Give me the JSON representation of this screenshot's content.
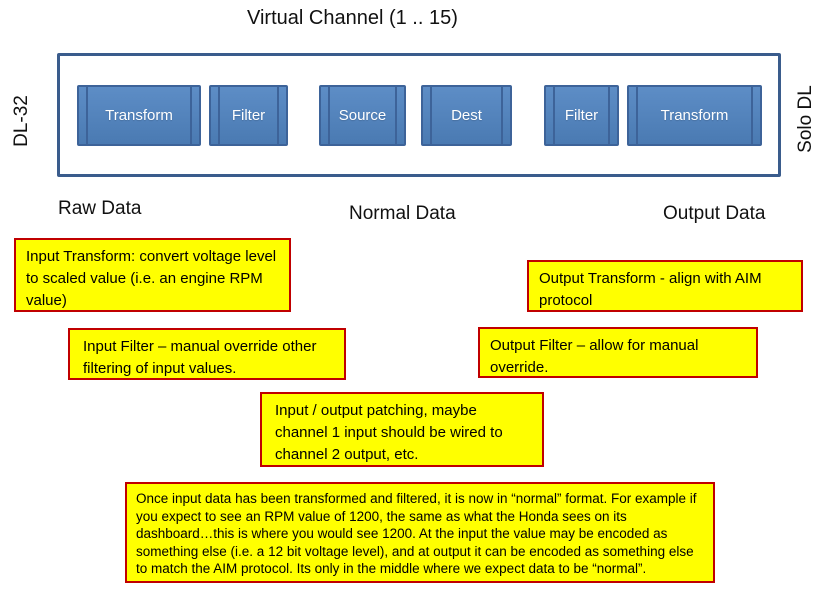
{
  "title": "Virtual Channel (1 .. 15)",
  "side_labels": {
    "left": "DL-32",
    "right": "Solo DL"
  },
  "channel": {
    "boxes": [
      {
        "label": "Transform"
      },
      {
        "label": "Filter"
      },
      {
        "label": "Source"
      },
      {
        "label": "Dest"
      },
      {
        "label": "Filter"
      },
      {
        "label": "Transform"
      }
    ]
  },
  "row_labels": {
    "raw": "Raw Data",
    "normal": "Normal Data",
    "output": "Output Data"
  },
  "notes": {
    "input_transform": "Input Transform: convert voltage level to scaled value (i.e. an engine RPM value)",
    "input_filter": "Input Filter – manual override other filtering of input values.",
    "output_transform": "Output Transform -  align with AIM protocol",
    "output_filter": "Output Filter – allow for manual override.",
    "patching": "Input / output patching, maybe channel 1 input should be wired to channel 2 output, etc.",
    "normal_note": "Once input data has been transformed and filtered, it is now in “normal” format. For example if you expect to see an RPM value of 1200,  the same as what the Honda sees on its dashboard…this is where you would see 1200.   At the input the value may be encoded as something else (i.e. a 12 bit voltage level), and at output it can be encoded as something else to match the AIM protocol.  Its only in the middle where we expect data to be “normal”."
  },
  "colors": {
    "block_fill": "#4f81bd",
    "block_border": "#3d6399",
    "frame_border": "#3a5c8c",
    "note_fill": "#ffff00",
    "note_border": "#c00000",
    "block_text": "#ffffff",
    "text": "#000000"
  }
}
